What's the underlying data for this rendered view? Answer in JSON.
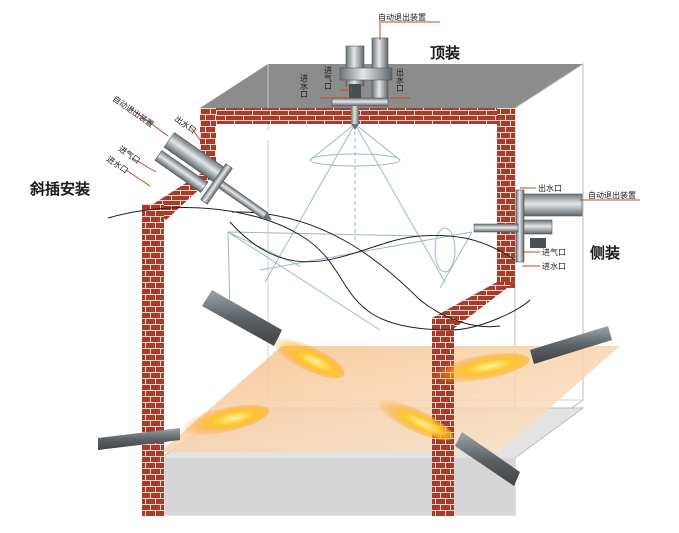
{
  "labels": {
    "top_install": "顶装",
    "side_install": "侧装",
    "oblique_install": "斜插安装"
  },
  "top_device": {
    "auto_retract": "自动退出装置",
    "inlet_water": "进水口",
    "inlet_air": "进气口",
    "outlet_water": "出水口"
  },
  "side_device": {
    "outlet_water": "出水口",
    "auto_retract": "自动退出装置",
    "inlet_air": "进气口",
    "inlet_water": "进水口"
  },
  "oblique_device": {
    "auto_retract": "自动退出装置",
    "outlet_water": "出水口",
    "inlet_air": "进气口",
    "inlet_water": "进水口"
  },
  "colors": {
    "brick": "#a83c2c",
    "mortar": "#e8d9c8",
    "roof": "#8a8a8a",
    "steel": "#9ea4a8",
    "flame": "#f7931e",
    "glow": "#f9d9b5",
    "annotation": "#d04020"
  }
}
